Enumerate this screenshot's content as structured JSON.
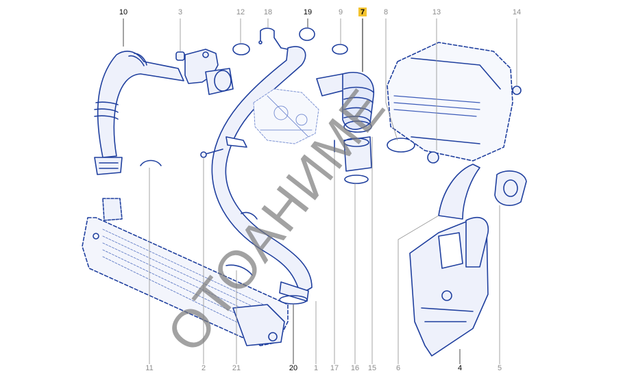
{
  "colors": {
    "part_stroke": "#1f3f9e",
    "part_fill": "#eef1fb",
    "leader_line": "#9a9a9a",
    "leader_active": "#333333",
    "highlight": "#f4c430",
    "label_active": "#000000",
    "label_muted": "#8c8c8c",
    "watermark": "#7a7a7a"
  },
  "callouts": [
    {
      "id": "10",
      "active": true
    },
    {
      "id": "3",
      "active": false
    },
    {
      "id": "12",
      "active": false
    },
    {
      "id": "18",
      "active": false
    },
    {
      "id": "19",
      "active": true
    },
    {
      "id": "9",
      "active": false
    },
    {
      "id": "7",
      "active": true,
      "highlighted": true
    },
    {
      "id": "8",
      "active": false
    },
    {
      "id": "13",
      "active": false
    },
    {
      "id": "14",
      "active": false
    },
    {
      "id": "11",
      "active": false
    },
    {
      "id": "2",
      "active": false
    },
    {
      "id": "21",
      "active": false
    },
    {
      "id": "20",
      "active": true
    },
    {
      "id": "1",
      "active": false
    },
    {
      "id": "17",
      "active": false
    },
    {
      "id": "16",
      "active": false
    },
    {
      "id": "15",
      "active": false
    },
    {
      "id": "6",
      "active": false
    },
    {
      "id": "4",
      "active": true
    },
    {
      "id": "5",
      "active": false
    }
  ],
  "watermark": {
    "text": "ОТОАНИМЕ"
  }
}
